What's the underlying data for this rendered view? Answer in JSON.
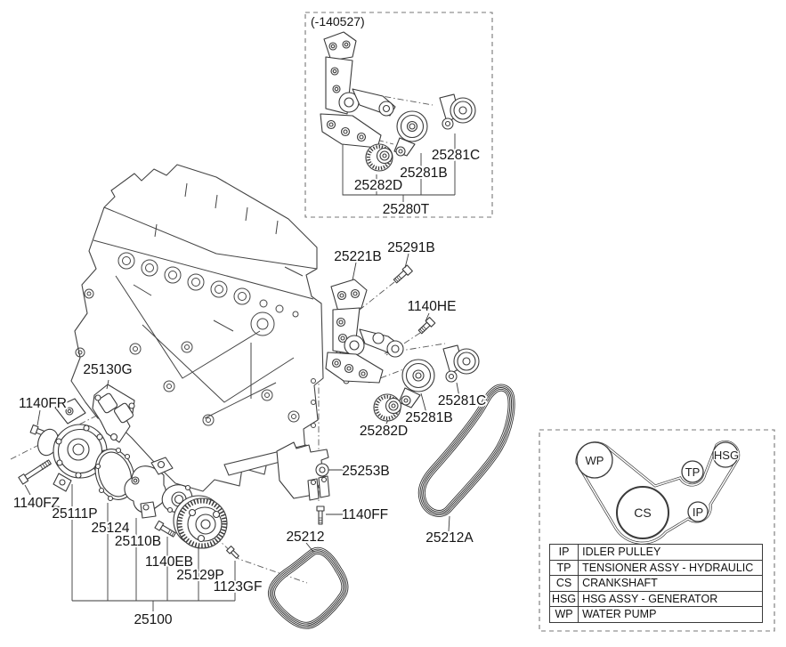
{
  "inset_variant": {
    "date_note": "(-140527)"
  },
  "parts": {
    "p25280T": "25280T",
    "p25281B": "25281B",
    "p25281C": "25281C",
    "p25282D": "25282D",
    "p25221B": "25221B",
    "p25291B": "25291B",
    "p1140HE": "1140HE",
    "p25130G": "25130G",
    "p1140FR": "1140FR",
    "p1140FZ": "1140FZ",
    "p25111P": "25111P",
    "p25124": "25124",
    "p25110B": "25110B",
    "p1140EB": "1140EB",
    "p25129P": "25129P",
    "p1123GF": "1123GF",
    "p25100": "25100",
    "p25212": "25212",
    "p25253B": "25253B",
    "p1140FF": "1140FF",
    "p25212A": "25212A"
  },
  "belt_diagram": {
    "nodes": [
      {
        "code": "WP"
      },
      {
        "code": "TP"
      },
      {
        "code": "HSG"
      },
      {
        "code": "CS"
      },
      {
        "code": "IP"
      }
    ],
    "legend": [
      {
        "code": "IP",
        "desc": "IDLER PULLEY"
      },
      {
        "code": "TP",
        "desc": "TENSIONER ASSY - HYDRAULIC"
      },
      {
        "code": "CS",
        "desc": "CRANKSHAFT"
      },
      {
        "code": "HSG",
        "desc": "HSG ASSY - GENERATOR"
      },
      {
        "code": "WP",
        "desc": "WATER PUMP"
      }
    ]
  },
  "colors": {
    "line": "#3a3a3a",
    "background": "#ffffff"
  }
}
